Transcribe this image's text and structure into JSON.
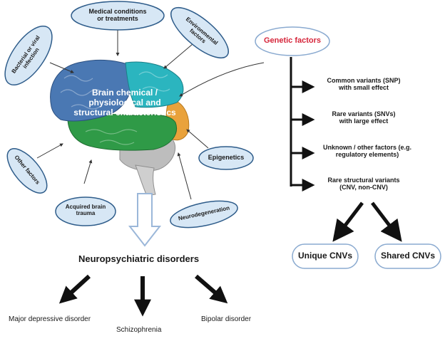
{
  "brain": {
    "label": "Brain chemical /\nphysiological and\nstructural characteristics"
  },
  "factors": {
    "medical": "Medical conditions\nor treatments",
    "bacterial": "Bacterial or viral\ninfection",
    "environmental": "Environmental\nfactors",
    "other": "Other factors",
    "acquired": "Acquired brain\ntrauma",
    "neurodegeneration": "Neurodegeneration",
    "epigenetics": "Epigenetics",
    "genetic": "Genetic factors"
  },
  "genetic_items": [
    "Common variants (SNP)\nwith small effect",
    "Rare variants (SNVs)\nwith large effect",
    "Unknown / other factors (e.g.\nregulatory elements)",
    "Rare structural variants\n(CNV, non-CNV)"
  ],
  "cnv": {
    "unique": "Unique CNVs",
    "shared": "Shared CNVs"
  },
  "disorders": {
    "title": "Neuropsychiatric disorders",
    "items": [
      "Major depressive disorder",
      "Schizophrenia",
      "Bipolar disorder"
    ]
  },
  "colors": {
    "bubble_fill": "#d7e7f5",
    "bubble_stroke": "#2e5c8a",
    "frontal": "#4a78b3",
    "parietal": "#2bb5bf",
    "occipital": "#e9a23b",
    "temporal": "#2f9a47",
    "cerebellum": "#b8b8b8",
    "accent_red": "#d6253a",
    "arrow_outline": "#9bb7d9"
  }
}
